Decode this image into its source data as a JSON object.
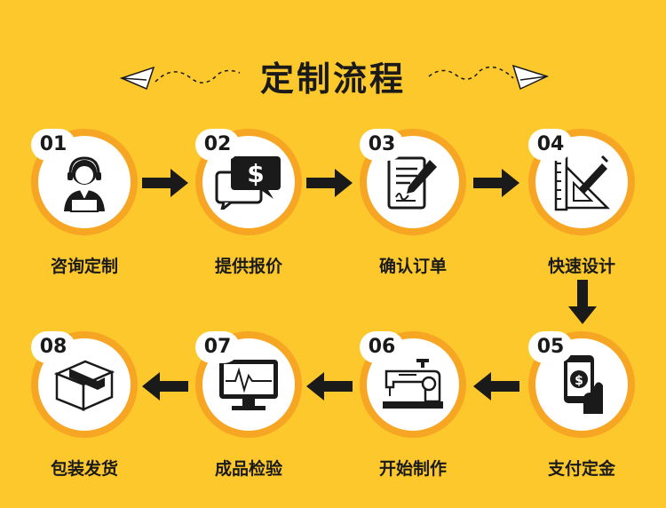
{
  "title": "定制流程",
  "steps": [
    {
      "num": "01",
      "label": "咨询定制",
      "icon": "customer-service-icon"
    },
    {
      "num": "02",
      "label": "提供报价",
      "icon": "price-quote-icon"
    },
    {
      "num": "03",
      "label": "确认订单",
      "icon": "sign-document-icon"
    },
    {
      "num": "04",
      "label": "快速设计",
      "icon": "ruler-design-icon"
    },
    {
      "num": "05",
      "label": "支付定金",
      "icon": "mobile-payment-icon"
    },
    {
      "num": "06",
      "label": "开始制作",
      "icon": "sewing-machine-icon"
    },
    {
      "num": "07",
      "label": "成品检验",
      "icon": "monitor-inspection-icon"
    },
    {
      "num": "08",
      "label": "包装发货",
      "icon": "package-box-icon"
    }
  ],
  "colors": {
    "background": "#fcc82b",
    "ring": "#f7a623",
    "ink": "#1a1a1a"
  }
}
